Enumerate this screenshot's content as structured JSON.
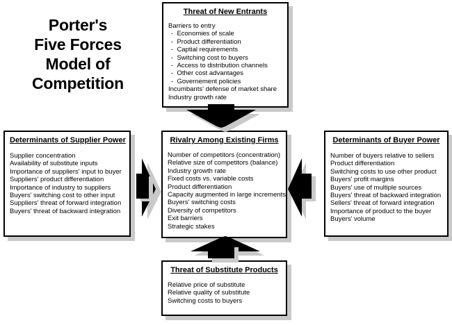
{
  "title": {
    "lines": [
      "Porter's",
      "Five Forces",
      "Model of",
      "Competition"
    ]
  },
  "colors": {
    "box_border": "#000000",
    "box_fill": "#ffffff",
    "shadow": "#c9c9c9",
    "arrow_fill": "#000000",
    "arrow_shadow": "#c9c9c9",
    "text": "#000000"
  },
  "boxes": {
    "entrants": {
      "heading": "Threat of New Entrants",
      "items": [
        {
          "text": "Barriers to entry",
          "level": 0
        },
        {
          "text": "Economies of scale",
          "level": 1,
          "bullet": "-"
        },
        {
          "text": "Product differentiation",
          "level": 1,
          "bullet": "-"
        },
        {
          "text": "Captial requirements",
          "level": 1,
          "bullet": "-"
        },
        {
          "text": "Switching cost to buyers",
          "level": 1,
          "bullet": "-"
        },
        {
          "text": "Access to distribution channels",
          "level": 1,
          "bullet": "-"
        },
        {
          "text": "Other cost advantages",
          "level": 1,
          "bullet": "-"
        },
        {
          "text": "Governement policies",
          "level": 1,
          "bullet": "-"
        },
        {
          "text": "Incumbants' defense of market share",
          "level": 0
        },
        {
          "text": "Industry growth rate",
          "level": 0
        }
      ]
    },
    "supplier": {
      "heading": "Determinants of Supplier Power",
      "items": [
        {
          "text": "Supplier concentration",
          "level": 0
        },
        {
          "text": "Availability of substitute inputs",
          "level": 0
        },
        {
          "text": "Importance of suppliers' input to buyer",
          "level": 0
        },
        {
          "text": "Suppliers' product differentiation",
          "level": 0
        },
        {
          "text": "Importance of industry to suppliers",
          "level": 0
        },
        {
          "text": "Buyers' switching cost to other input",
          "level": 0
        },
        {
          "text": "Suppliers' threat of forward integration",
          "level": 0
        },
        {
          "text": "Buyers' threat of backward integration",
          "level": 0
        }
      ]
    },
    "rivalry": {
      "heading": "Rivalry Among Existing Firms",
      "items": [
        {
          "text": "Number of competitors (concentration)",
          "level": 0
        },
        {
          "text": "Relative size of competitors (balance)",
          "level": 0
        },
        {
          "text": "Industry growth rate",
          "level": 0
        },
        {
          "text": "Fixed costs vs. variable costs",
          "level": 0
        },
        {
          "text": "Product differentiation",
          "level": 0
        },
        {
          "text": "Capacity augmented in large increments",
          "level": 0
        },
        {
          "text": "Buyers' switching costs",
          "level": 0
        },
        {
          "text": "Diversity of competitors",
          "level": 0
        },
        {
          "text": "Exit barriers",
          "level": 0
        },
        {
          "text": "Strategic stakes",
          "level": 0
        }
      ]
    },
    "buyer": {
      "heading": "Determinants of Buyer Power",
      "items": [
        {
          "text": "Number of buyers relative to sellers",
          "level": 0
        },
        {
          "text": "Product differentiation",
          "level": 0
        },
        {
          "text": "Switching costs to use other product",
          "level": 0
        },
        {
          "text": "Buyers' profit margins",
          "level": 0
        },
        {
          "text": "Buyers' use of multiple sources",
          "level": 0
        },
        {
          "text": "Buyers' threat of backward integration",
          "level": 0
        },
        {
          "text": "Sellers' threat of forward integration",
          "level": 0
        },
        {
          "text": "Importance of product to the buyer",
          "level": 0
        },
        {
          "text": "Buyers' volume",
          "level": 0
        }
      ]
    },
    "substitute": {
      "heading": "Threat of Substitute Products",
      "items": [
        {
          "text": "Relative price of substitute",
          "level": 0
        },
        {
          "text": "Relative quality of substitute",
          "level": 0
        },
        {
          "text": "Switching costs to buyers",
          "level": 0
        }
      ]
    }
  },
  "arrows": [
    {
      "id": "arrow-top",
      "icon": "arrow-down-icon",
      "from": "entrants",
      "to": "rivalry",
      "direction": "down"
    },
    {
      "id": "arrow-bottom",
      "icon": "arrow-up-icon",
      "from": "substitute",
      "to": "rivalry",
      "direction": "up"
    },
    {
      "id": "arrow-left",
      "icon": "arrow-right-icon",
      "from": "supplier",
      "to": "rivalry",
      "direction": "right"
    },
    {
      "id": "arrow-right",
      "icon": "arrow-left-icon",
      "from": "buyer",
      "to": "rivalry",
      "direction": "left"
    }
  ]
}
